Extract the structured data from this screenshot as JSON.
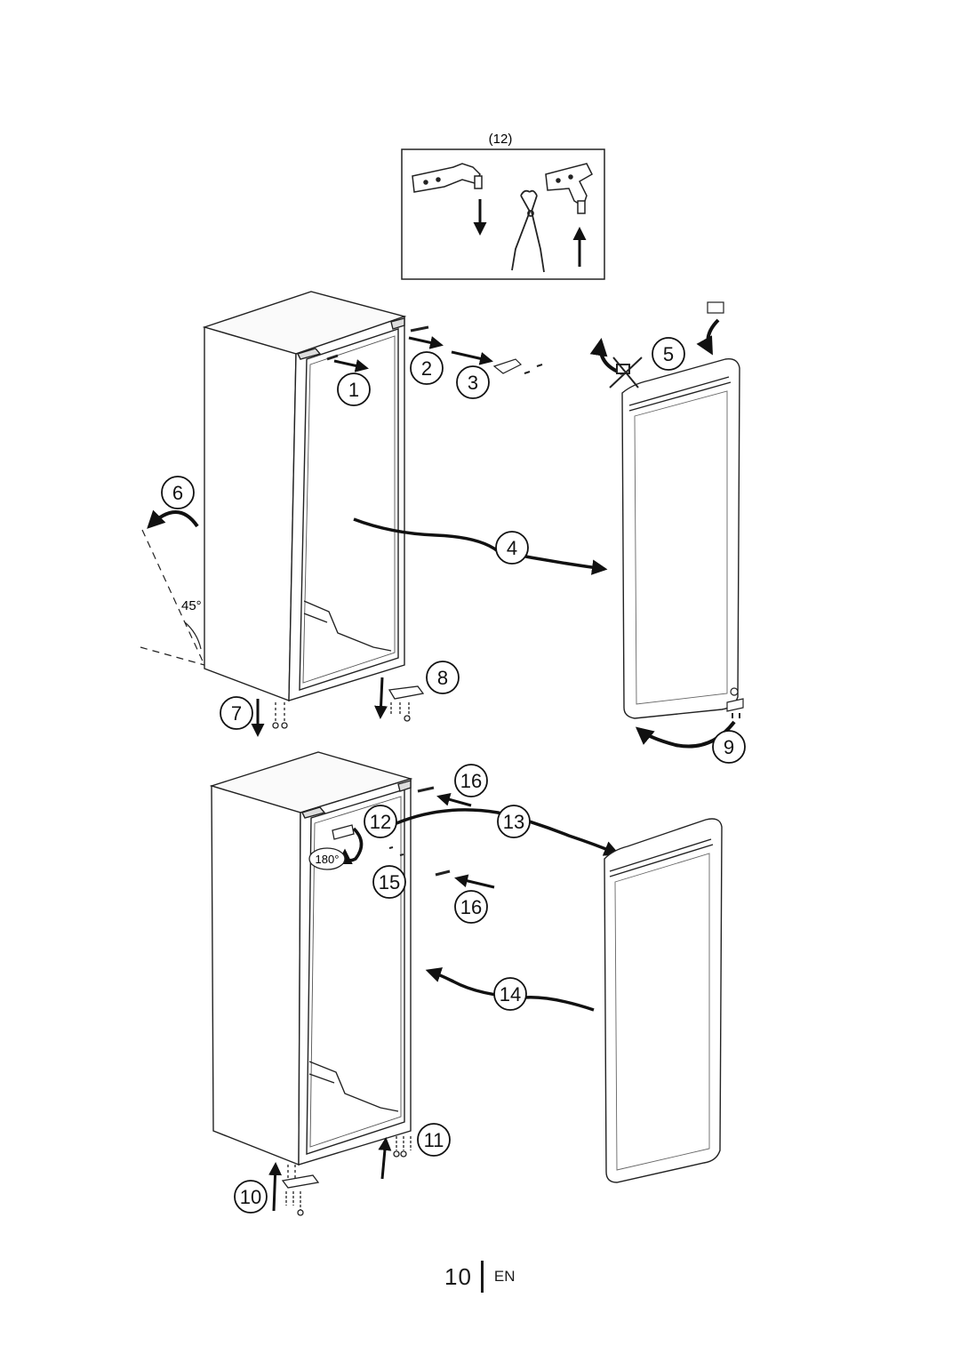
{
  "inset": {
    "label": "(12)"
  },
  "angle_labels": {
    "tilt": "45°",
    "rotate": "180°"
  },
  "steps": [
    "1",
    "2",
    "3",
    "4",
    "5",
    "6",
    "7",
    "8",
    "9",
    "10",
    "11",
    "12",
    "13",
    "14",
    "15",
    "16",
    "16"
  ],
  "footer": {
    "page_number": "10",
    "language": "EN"
  }
}
